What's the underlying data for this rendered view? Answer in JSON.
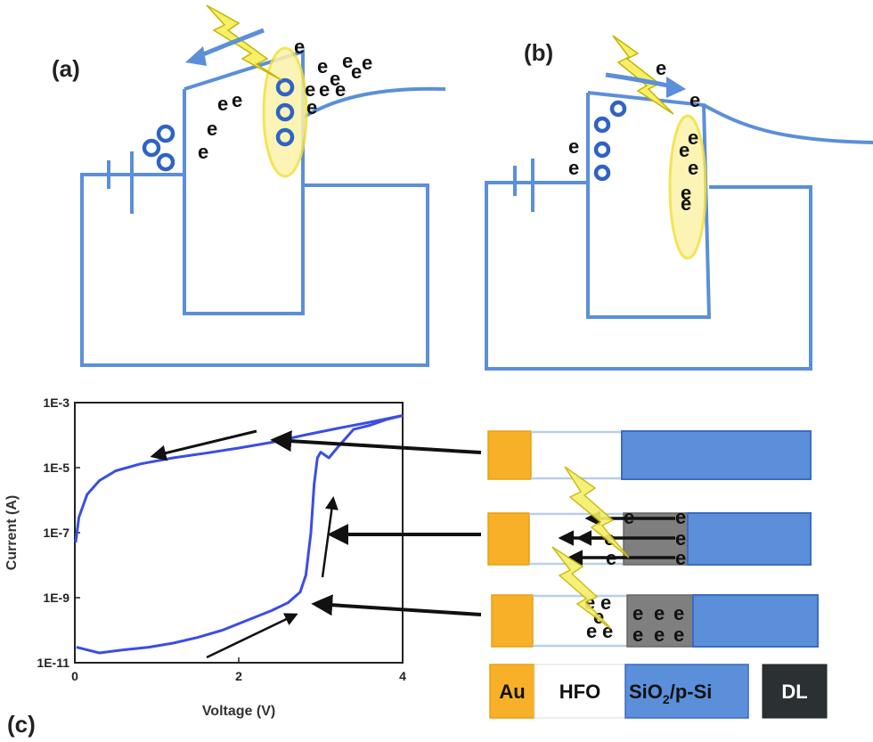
{
  "panels": {
    "a": {
      "label": "(a)"
    },
    "b": {
      "label": "(b)"
    },
    "c": {
      "label": "(c)"
    }
  },
  "electron_symbol": "e",
  "chart_data": {
    "type": "line",
    "xlabel": "Voltage (V)",
    "ylabel": "Current (A)",
    "xlim": [
      0,
      4
    ],
    "ylim": [
      1e-11,
      0.001
    ],
    "yscale": "log",
    "xticks": [
      0,
      2,
      4
    ],
    "xtick_labels": [
      "0",
      "2",
      "4"
    ],
    "yticks": [
      1e-11,
      1e-09,
      1e-07,
      1e-05,
      0.001
    ],
    "ytick_labels": [
      "1E-11",
      "1E-9",
      "1E-7",
      "1E-5",
      "1E-3"
    ],
    "grid": false,
    "series": [
      {
        "x": [
          0.02,
          0.3,
          0.6,
          0.9,
          1.2,
          1.5,
          1.8,
          2.1,
          2.4,
          2.6,
          2.75,
          2.82,
          2.88,
          2.92,
          2.96,
          3.0,
          3.1,
          3.2,
          3.4,
          3.6,
          3.8,
          4.0
        ],
        "y": [
          3e-11,
          2e-11,
          2.5e-11,
          3e-11,
          4e-11,
          6e-11,
          1e-10,
          2e-10,
          4e-10,
          7e-10,
          1.5e-09,
          5e-09,
          1e-07,
          3e-06,
          2e-05,
          3e-05,
          2e-05,
          4e-05,
          0.00015,
          0.0002,
          0.0003,
          0.0004
        ]
      },
      {
        "x": [
          4.0,
          3.6,
          3.2,
          2.8,
          2.4,
          2.0,
          1.6,
          1.2,
          0.8,
          0.5,
          0.3,
          0.15,
          0.05,
          0.01
        ],
        "y": [
          0.0004,
          0.00025,
          0.00016,
          0.0001,
          6e-05,
          4e-05,
          2.8e-05,
          2e-05,
          1.3e-05,
          8e-06,
          4e-06,
          1.5e-06,
          3e-07,
          5e-08
        ]
      }
    ]
  },
  "legend": {
    "au": "Au",
    "hfo": "HFO",
    "sio2_main": "SiO",
    "sio2_sub": "2",
    "sio2_rest": "/p-Si",
    "dl": "DL"
  },
  "colors": {
    "band": "#5b8fd9",
    "au": "#f7b027",
    "sio2": "#5b8fd9",
    "dl": "#7f7f7f",
    "dl_legend": "#2b3133",
    "highlight": "#fbf3a8",
    "curve": "#3b4ee0"
  }
}
